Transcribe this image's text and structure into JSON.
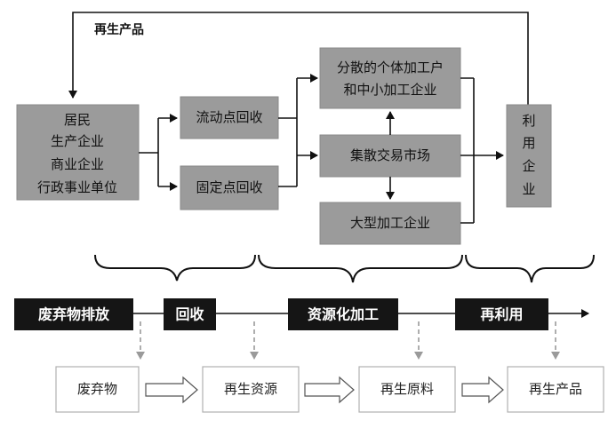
{
  "feedback_label": "再生产品",
  "top": {
    "sources": [
      "居民",
      "生产企业",
      "商业企业",
      "行政事业单位"
    ],
    "mobile_collection": "流动点回收",
    "fixed_collection": "固定点回收",
    "small_processors": [
      "分散的个体加工户",
      "和中小加工企业"
    ],
    "market": "集散交易市场",
    "large_processors": "大型加工企业",
    "utilization": [
      "利",
      "用",
      "企",
      "业"
    ]
  },
  "stages": [
    "废弃物排放",
    "回收",
    "资源化加工",
    "再利用"
  ],
  "products": [
    "废弃物",
    "再生资源",
    "再生原料",
    "再生产品"
  ]
}
